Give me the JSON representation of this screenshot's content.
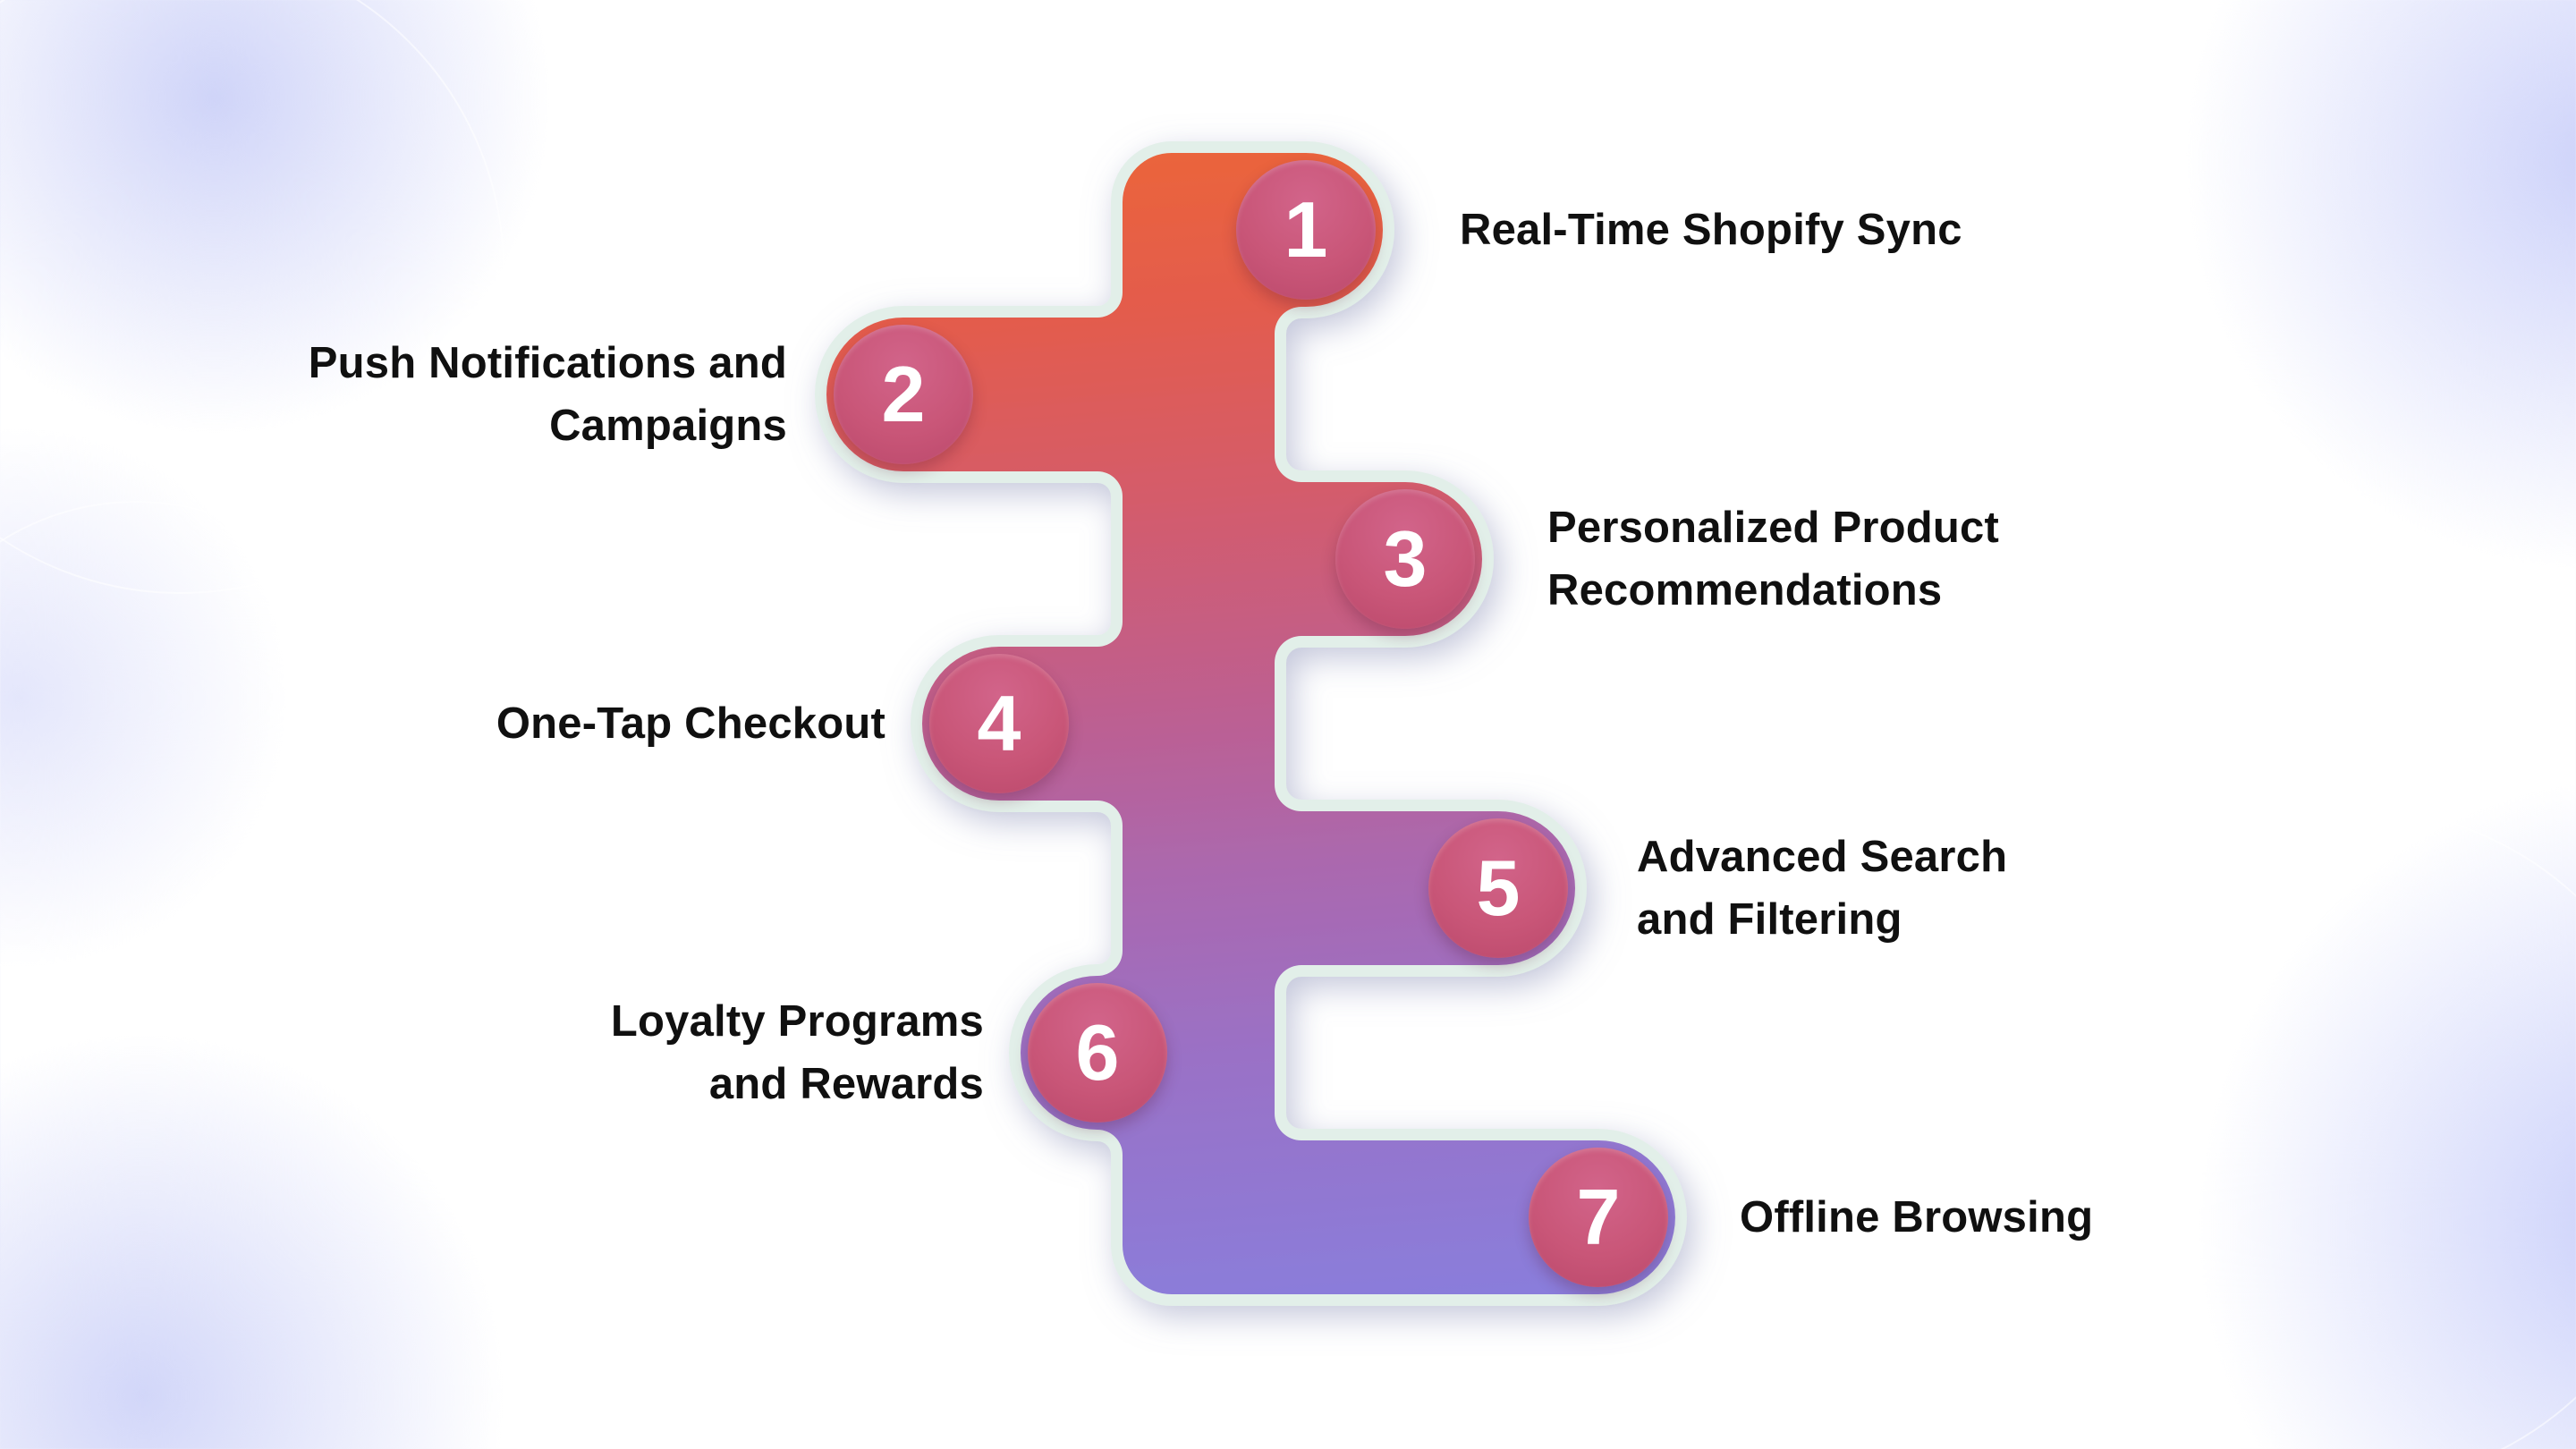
{
  "diagram": {
    "type": "numbered-snake-process",
    "step_count": 7,
    "steps": [
      {
        "number": "1",
        "label": "Real-Time Shopify Sync"
      },
      {
        "number": "2",
        "label": "Push Notifications and\nCampaigns"
      },
      {
        "number": "3",
        "label": "Personalized Product\nRecommendations"
      },
      {
        "number": "4",
        "label": "One-Tap Checkout"
      },
      {
        "number": "5",
        "label": "Advanced Search\nand Filtering"
      },
      {
        "number": "6",
        "label": "Loyalty Programs\nand Rewards"
      },
      {
        "number": "7",
        "label": "Offline Browsing"
      }
    ],
    "colors": {
      "gradient_top": "#EB653B",
      "gradient_middle": "#C05E8C",
      "gradient_bottom": "#8A7DDB",
      "badge_fill": "#C75378",
      "badge_number": "#FFFFFF",
      "outline": "#E2EFE9",
      "label_text": "#101010",
      "background_blob": "#CED3F8"
    }
  }
}
